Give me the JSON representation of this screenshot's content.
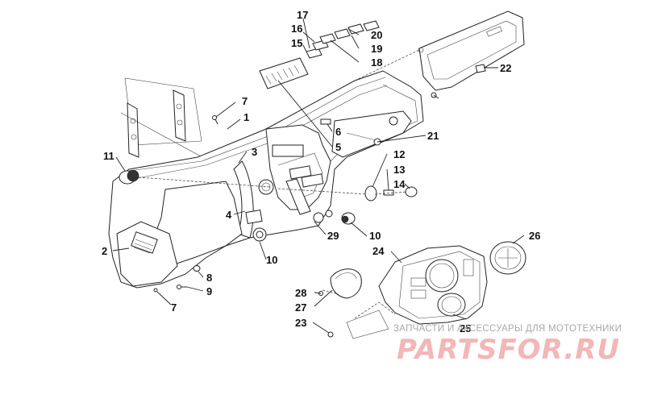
{
  "labels": [
    "17",
    "16",
    "15",
    "20",
    "19",
    "18",
    "22",
    "7",
    "1",
    "3",
    "11",
    "6",
    "5",
    "21",
    "12",
    "13",
    "14",
    "4",
    "2",
    "29",
    "10",
    "8",
    "9",
    "7",
    "10",
    "26",
    "24",
    "28",
    "27",
    "23",
    "25"
  ],
  "watermark": {
    "tagline": "ЗАПЧАСТИ И АКСЕССУАРЫ ДЛЯ МОТОТЕХНИКИ",
    "brand": "PARTSFOR.RU"
  },
  "colors": {
    "line": "#222222",
    "watermark_text": "#a9a9a9",
    "watermark_brand": "#f2b7b7"
  }
}
